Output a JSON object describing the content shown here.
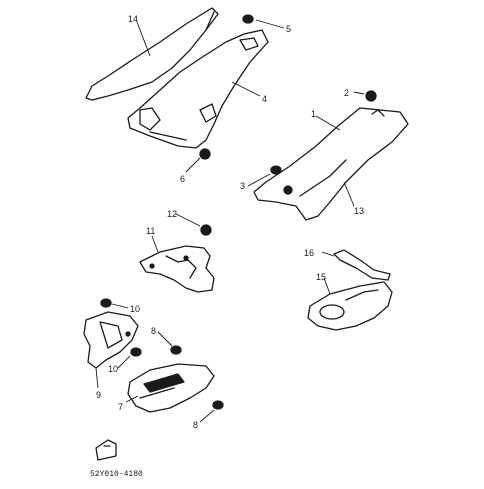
{
  "diagram": {
    "callouts": [
      "1",
      "2",
      "3",
      "4",
      "5",
      "6",
      "7",
      "8",
      "9",
      "10",
      "11",
      "12",
      "13",
      "14",
      "15",
      "16"
    ],
    "extra_labels": {
      "callout_8b": "8",
      "callout_10b": "10"
    },
    "drawing_code": "52Y010-4180"
  }
}
